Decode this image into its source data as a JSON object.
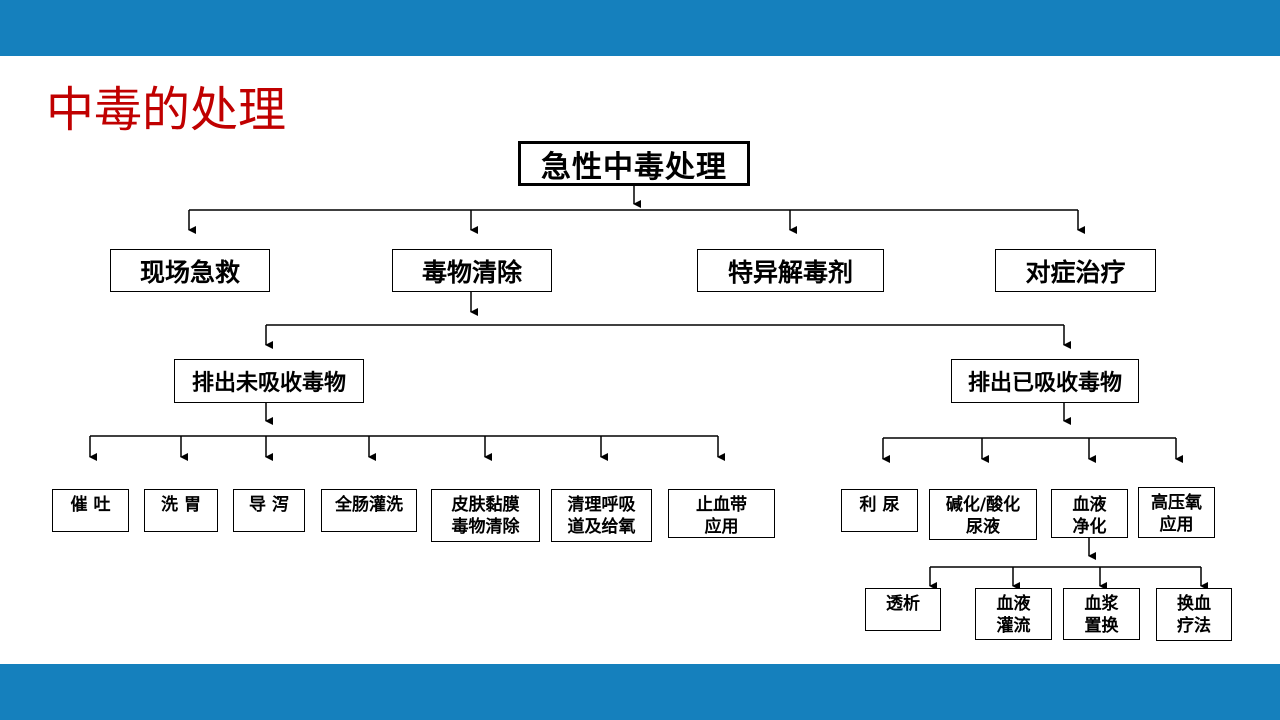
{
  "slide": {
    "title": "中毒的处理",
    "band_color": "#1580bd",
    "title_color": "#c00000"
  },
  "diagram": {
    "root": "急性中毒处理",
    "level1": [
      "现场急救",
      "毒物清除",
      "特异解毒剂",
      "对症治疗"
    ],
    "level2": [
      "排出未吸收毒物",
      "排出已吸收毒物"
    ],
    "unabsorbed_methods": [
      "催 吐",
      "洗 胃",
      "导 泻",
      "全肠灌洗",
      "皮肤黏膜\n毒物清除",
      "清理呼吸\n道及给氧",
      "止血带\n应用"
    ],
    "absorbed_methods": [
      "利 尿",
      "碱化/酸化\n尿液",
      "血液\n净化",
      "高压氧\n应用"
    ],
    "blood_purification": [
      "透析",
      "血液\n灌流",
      "血浆\n置换",
      "换血\n疗法"
    ]
  }
}
